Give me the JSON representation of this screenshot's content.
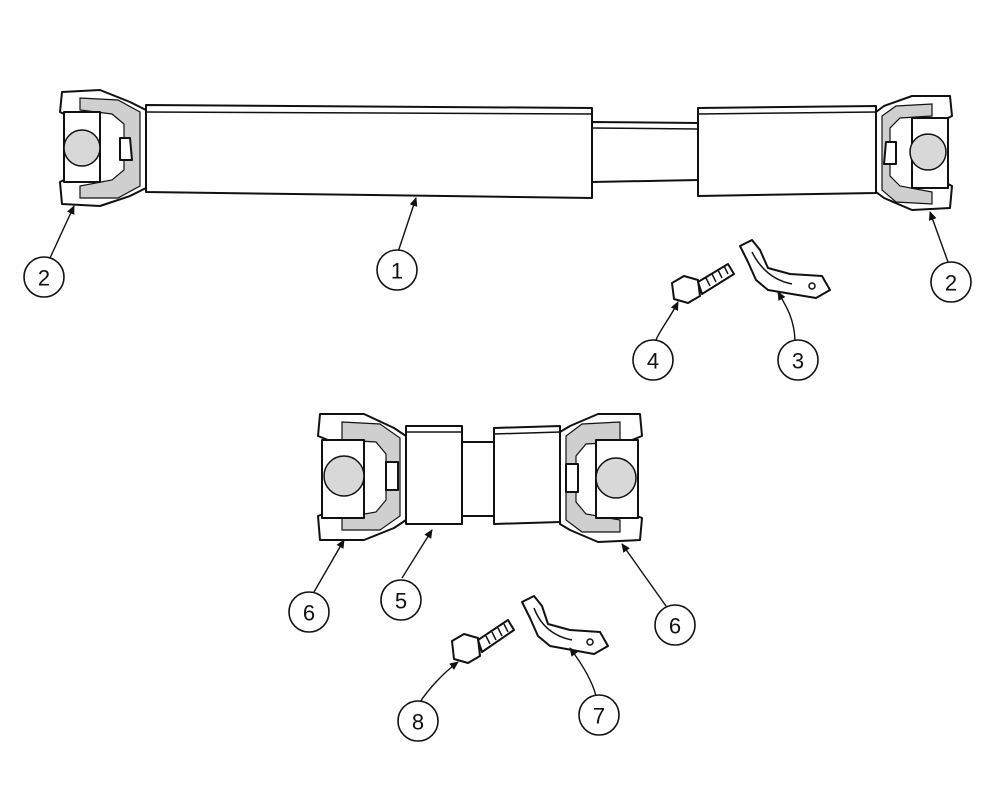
{
  "callouts": [
    {
      "id": "c1",
      "label": "1"
    },
    {
      "id": "c2a",
      "label": "2"
    },
    {
      "id": "c2b",
      "label": "2"
    },
    {
      "id": "c3",
      "label": "3"
    },
    {
      "id": "c4",
      "label": "4"
    },
    {
      "id": "c5",
      "label": "5"
    },
    {
      "id": "c6a",
      "label": "6"
    },
    {
      "id": "c6b",
      "label": "6"
    },
    {
      "id": "c7",
      "label": "7"
    },
    {
      "id": "c8",
      "label": "8"
    }
  ]
}
